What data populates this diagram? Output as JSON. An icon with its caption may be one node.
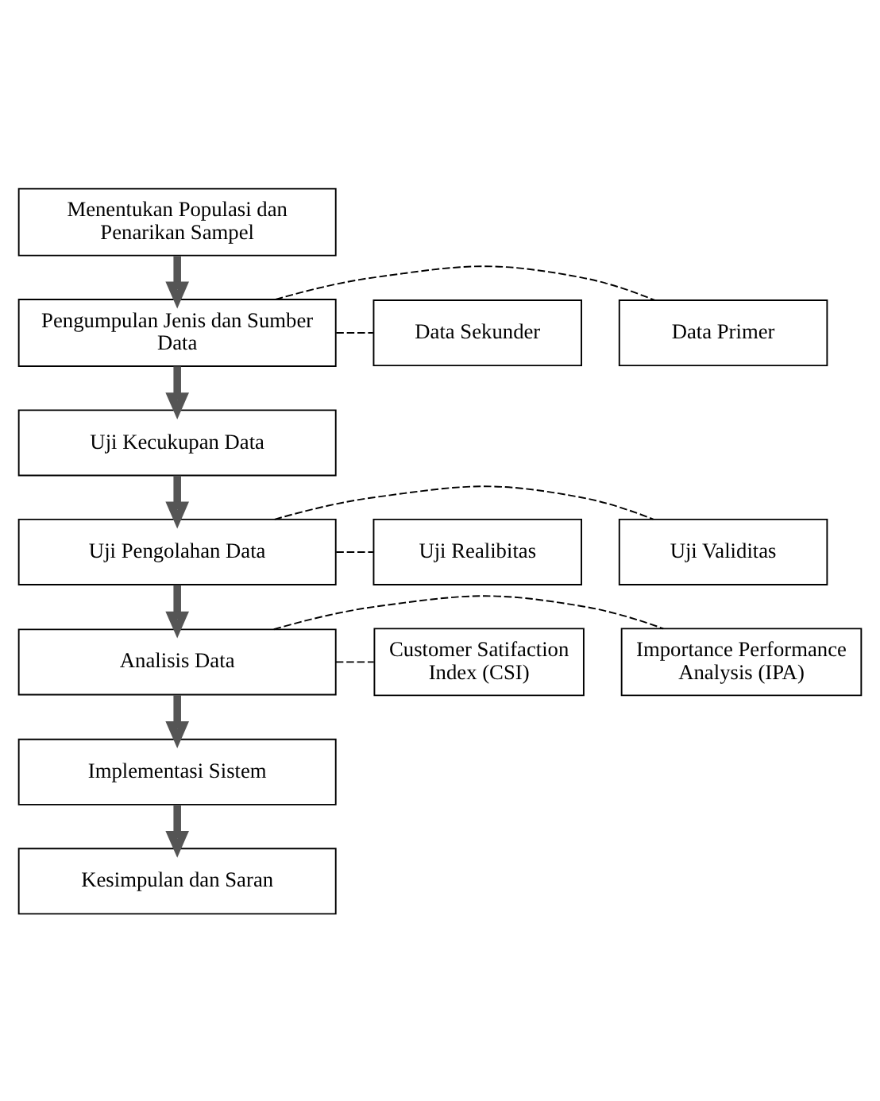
{
  "diagram": {
    "nodes": [
      {
        "text": [
          "Menentukan Populasi dan Penarikan Sampel"
        ]
      },
      {
        "text": [
          "Pengumpulan Jenis dan Sumber Data"
        ]
      },
      {
        "text": [
          "Data Primer"
        ]
      },
      {
        "text": [
          "Data Sekunder"
        ]
      },
      {
        "text": [
          "Uji Kecukupan Data"
        ]
      },
      {
        "text": [
          "Uji Pengolahan Data"
        ]
      },
      {
        "text": [
          "Uji Validitas"
        ]
      },
      {
        "text": [
          "Uji Realibitas"
        ]
      },
      {
        "text": [
          "Analisis Data"
        ]
      },
      {
        "text": [
          "Importance Performance Analysis (IPA)"
        ]
      },
      {
        "text": [
          "Customer Satifaction Index (CSI)"
        ]
      },
      {
        "text": [
          "Implementasi Sistem"
        ]
      },
      {
        "text": [
          "Kesimpulan dan Saran"
        ]
      }
    ],
    "edges": [
      {
        "from": 0,
        "to": 1,
        "arrow": "to",
        "style": "thick"
      },
      {
        "from": 1,
        "to": 2,
        "arrow": "none",
        "style": "dashed"
      },
      {
        "from": 1,
        "to": 3,
        "arrow": "none",
        "style": "dashed"
      },
      {
        "from": 1,
        "to": 4,
        "arrow": "to",
        "style": "thick"
      },
      {
        "from": 4,
        "to": 5,
        "arrow": "to",
        "style": "thick"
      },
      {
        "from": 5,
        "to": 6,
        "arrow": "none",
        "style": "dashed"
      },
      {
        "from": 5,
        "to": 7,
        "arrow": "none",
        "style": "dashed"
      },
      {
        "from": 5,
        "to": 8,
        "arrow": "to",
        "style": "thick"
      },
      {
        "from": 8,
        "to": 9,
        "arrow": "none",
        "style": "dashed"
      },
      {
        "from": 8,
        "to": 10,
        "arrow": "none",
        "style": "dashed"
      },
      {
        "from": 8,
        "to": 11,
        "arrow": "to",
        "style": "thick"
      },
      {
        "from": 11,
        "to": 12,
        "arrow": "to",
        "style": "thick"
      }
    ]
  }
}
